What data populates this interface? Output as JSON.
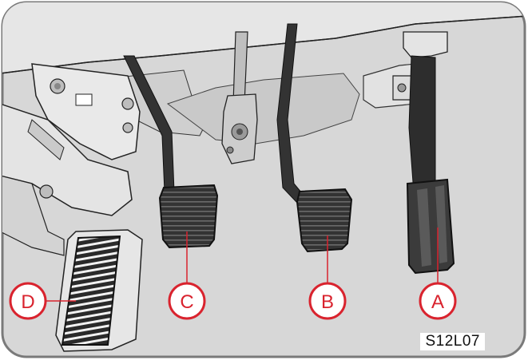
{
  "figure": {
    "reference_code": "S12L07",
    "frame_color": "#7a7a7a",
    "background_color": "#d7d7d7",
    "callout_color": "#d9232e",
    "pedal_color": "#2f2f2f",
    "callouts": [
      {
        "id": "A",
        "label": "A"
      },
      {
        "id": "B",
        "label": "B"
      },
      {
        "id": "C",
        "label": "C"
      },
      {
        "id": "D",
        "label": "D"
      }
    ]
  }
}
